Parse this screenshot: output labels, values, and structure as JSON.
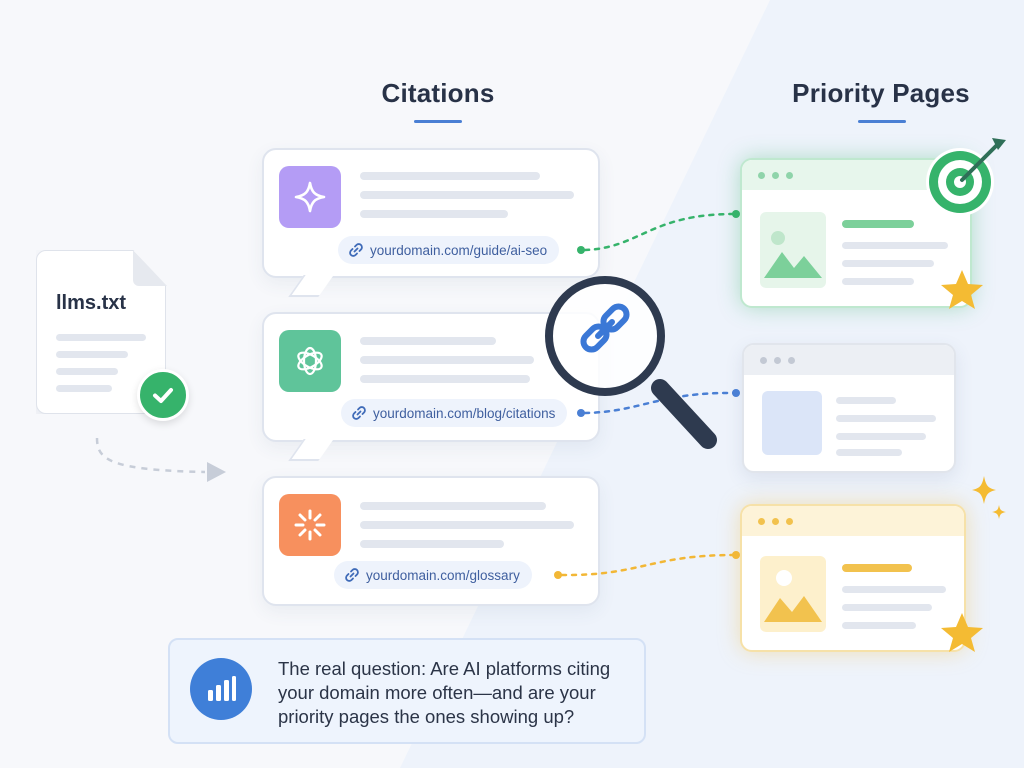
{
  "headings": {
    "citations": "Citations",
    "priority_pages": "Priority Pages"
  },
  "file": {
    "name": "llms.txt",
    "icon": "document-icon",
    "status_icon": "check-icon"
  },
  "citations": [
    {
      "platform_icon": "sparkle-icon",
      "url": "yourdomain.com/guide/ai-seo",
      "accent": "#a98cf3"
    },
    {
      "platform_icon": "openai-logo-icon",
      "url": "yourdomain.com/blog/citations",
      "accent": "#5fc49a"
    },
    {
      "platform_icon": "burst-icon",
      "url": "yourdomain.com/glossary",
      "accent": "#f7905e"
    }
  ],
  "priority_pages": [
    {
      "state": "highlighted",
      "accent": "#36b36b",
      "badge_icon": "target-icon"
    },
    {
      "state": "neutral",
      "accent": "#a9c0ea"
    },
    {
      "state": "highlighted",
      "accent": "#f2b736",
      "badge_icon": "sparkles-icon"
    }
  ],
  "question": {
    "icon": "bar-chart-icon",
    "text": "The real question: Are AI platforms citing your domain more often—and are your priority pages the ones showing up?"
  },
  "colors": {
    "title_underline": "#4a7fd4",
    "link_green": "#36b36b",
    "link_blue": "#4a7fd4",
    "link_yellow": "#f2b736"
  }
}
